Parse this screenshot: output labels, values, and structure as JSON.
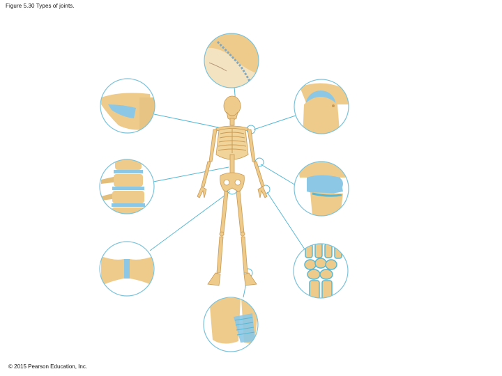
{
  "caption": "Figure 5.30 Types of joints.",
  "copyright": "© 2015 Pearson Education, Inc.",
  "colors": {
    "bone": "#EECB8B",
    "bone_dark": "#C99A55",
    "cartilage": "#8CC8E6",
    "leader": "#56B8D4",
    "circle": "#7CC3DA"
  },
  "insets": [
    {
      "id": "skull-suture",
      "icon": "skull-suture-icon"
    },
    {
      "id": "sternum-cartilage",
      "icon": "sternum-icon"
    },
    {
      "id": "shoulder-joint",
      "icon": "shoulder-joint-icon"
    },
    {
      "id": "intervertebral-joint",
      "icon": "vertebrae-icon"
    },
    {
      "id": "elbow-joint",
      "icon": "elbow-joint-icon"
    },
    {
      "id": "pubic-symphysis",
      "icon": "pubic-symphysis-icon"
    },
    {
      "id": "wrist-joints",
      "icon": "wrist-icon"
    },
    {
      "id": "tibiofibular-joint",
      "icon": "ankle-ligament-icon"
    }
  ]
}
